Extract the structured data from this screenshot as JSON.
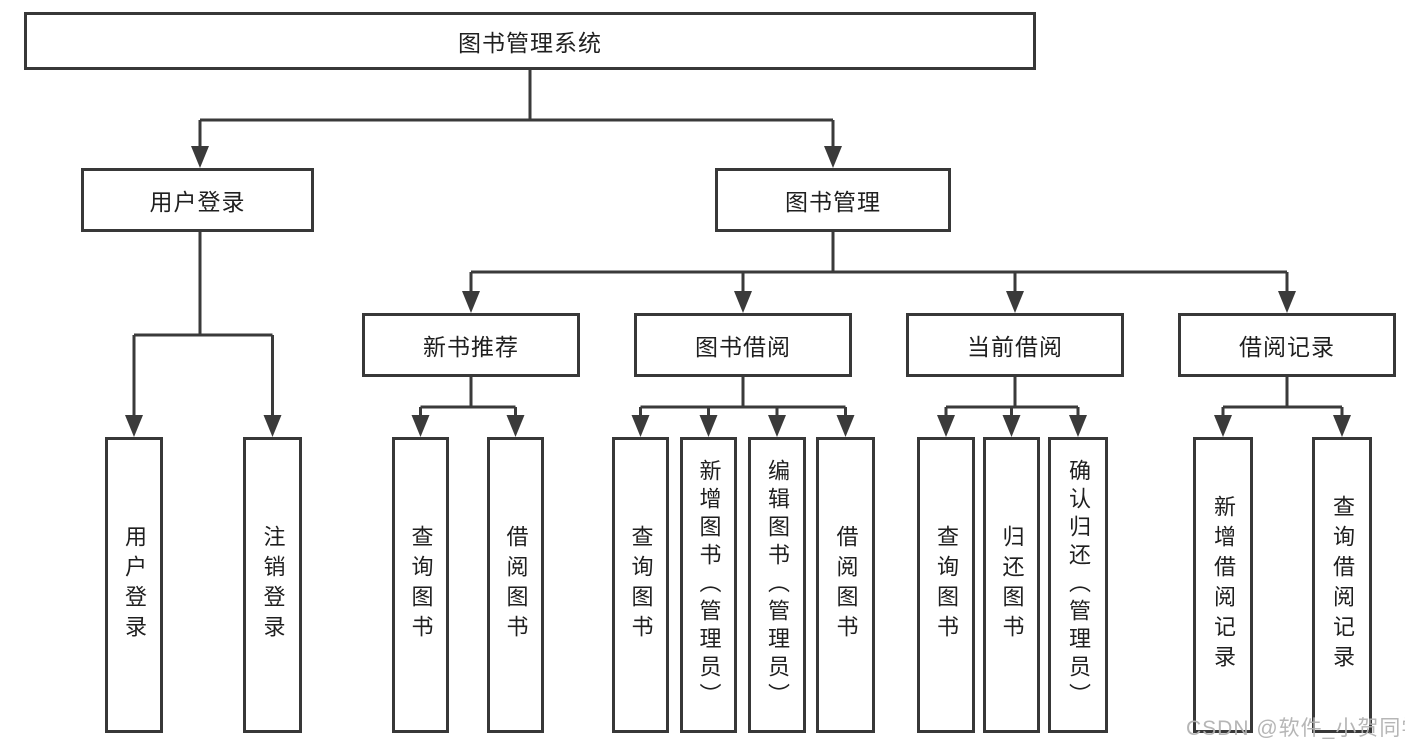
{
  "diagram": {
    "title": "图书管理系统",
    "nodes": {
      "root": {
        "label": "图书管理系统"
      },
      "user_login": {
        "label": "用户登录"
      },
      "book_management": {
        "label": "图书管理"
      },
      "new_book_recommend": {
        "label": "新书推荐"
      },
      "book_borrow": {
        "label": "图书借阅"
      },
      "current_borrow": {
        "label": "当前借阅"
      },
      "borrow_record": {
        "label": "借阅记录"
      },
      "leaf_user_login": {
        "label": "用户登录"
      },
      "leaf_logout": {
        "label": "注销登录"
      },
      "leaf_nb_query_book": {
        "label": "查询图书"
      },
      "leaf_nb_borrow_book": {
        "label": "借阅图书"
      },
      "leaf_bb_query_book": {
        "label": "查询图书"
      },
      "leaf_bb_add_book": {
        "label": "新增图书（管理员）"
      },
      "leaf_bb_edit_book": {
        "label": "编辑图书（管理员）"
      },
      "leaf_bb_borrow_book": {
        "label": "借阅图书"
      },
      "leaf_cb_query_book": {
        "label": "查询图书"
      },
      "leaf_cb_return_book": {
        "label": "归还图书"
      },
      "leaf_cb_confirm_return": {
        "label": "确认归还（管理员）"
      },
      "leaf_br_add_record": {
        "label": "新增借阅记录"
      },
      "leaf_br_query_record": {
        "label": "查询借阅记录"
      }
    },
    "colors": {
      "line": "#3a3a3a",
      "box_border": "#383838",
      "text": "#1f1f1f",
      "watermark": "#b2b2b2",
      "background": "#ffffff"
    }
  },
  "watermark": {
    "text": "CSDN @软件_小贺同学"
  }
}
